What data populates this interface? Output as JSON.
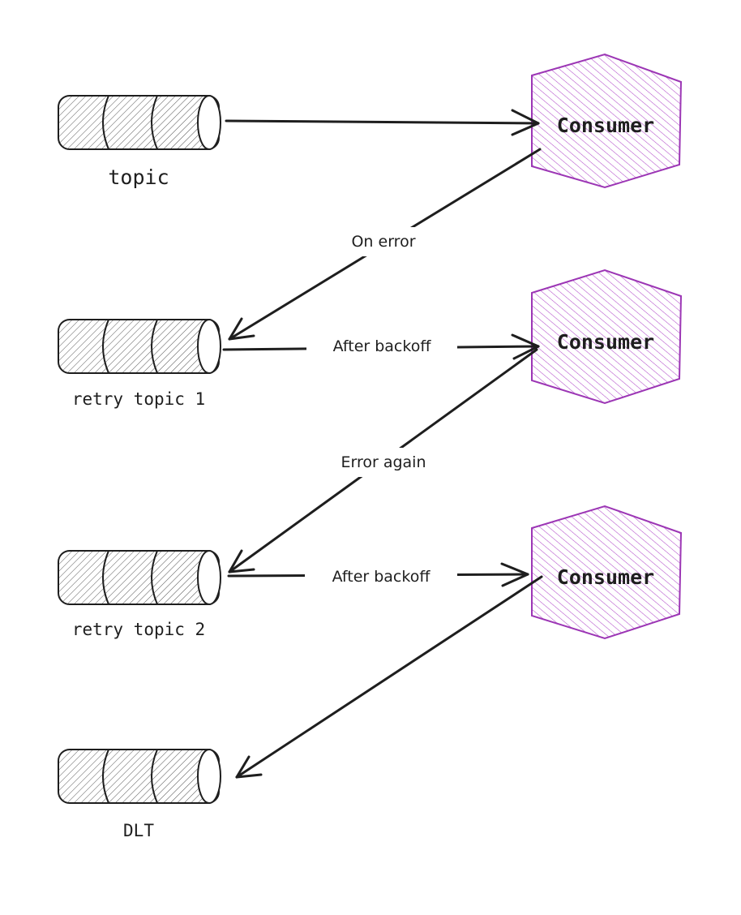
{
  "topics": [
    {
      "label": "topic"
    },
    {
      "label": "retry topic 1"
    },
    {
      "label": "retry topic 2"
    },
    {
      "label": "DLT"
    }
  ],
  "consumers": [
    {
      "label": "Consumer"
    },
    {
      "label": "Consumer"
    },
    {
      "label": "Consumer"
    }
  ],
  "edge_labels": {
    "on_error": "On error",
    "after_backoff_1": "After backoff",
    "error_again": "Error again",
    "after_backoff_2": "After backoff"
  },
  "colors": {
    "consumer_stroke": "#9c36b5",
    "consumer_hatch": "#b04ac9",
    "topic_stroke": "#1e1e1e",
    "topic_hatch": "#555555",
    "arrow": "#1e1e1e"
  }
}
